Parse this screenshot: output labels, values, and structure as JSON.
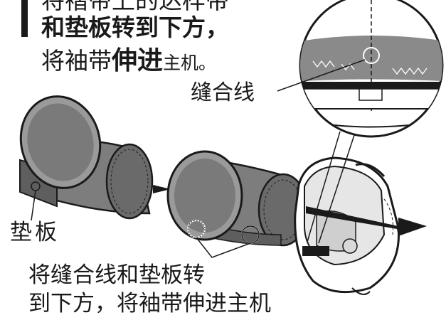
{
  "instruction": {
    "line1": "将褶带上的达样带",
    "line2": "和垫板转到下方，",
    "line3_a": "将袖带",
    "line3_b": "伸进",
    "line3_c": "主机。"
  },
  "labels": {
    "seam_line": "缝合线",
    "pad": "垫板"
  },
  "caption": {
    "line1": "将缝合线和垫板转",
    "line2": "到下方，将袖带伸进主机"
  },
  "colors": {
    "ink": "#1a1a1a",
    "cuff_fill": "#7d7d7d",
    "cuff_dark": "#5e5e5e",
    "cuff_light": "#a8a8a8",
    "device_fill": "#ffffff",
    "arrow": "#1a1a1a"
  }
}
